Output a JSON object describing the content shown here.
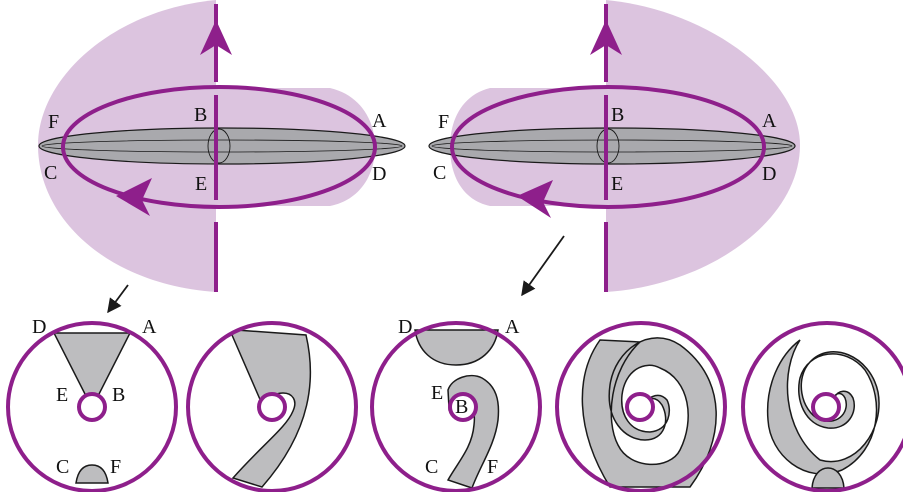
{
  "colors": {
    "purple": "#8e1f8b",
    "lilac": "#dcc4df",
    "disk_gray": "#a9a9ad",
    "region_gray": "#bdbdbf",
    "outline": "#1a1a1a"
  },
  "top_left": {
    "labels": {
      "A": "A",
      "B": "B",
      "C": "C",
      "D": "D",
      "E": "E",
      "F": "F"
    }
  },
  "top_right": {
    "labels": {
      "A": "A",
      "B": "B",
      "C": "C",
      "D": "D",
      "E": "E",
      "F": "F"
    }
  },
  "circle1": {
    "labels": {
      "A": "A",
      "B": "B",
      "C": "C",
      "D": "D",
      "E": "E",
      "F": "F"
    }
  },
  "circle3": {
    "labels": {
      "A": "A",
      "B": "B",
      "C": "C",
      "D": "D",
      "E": "E",
      "F": "F"
    }
  }
}
